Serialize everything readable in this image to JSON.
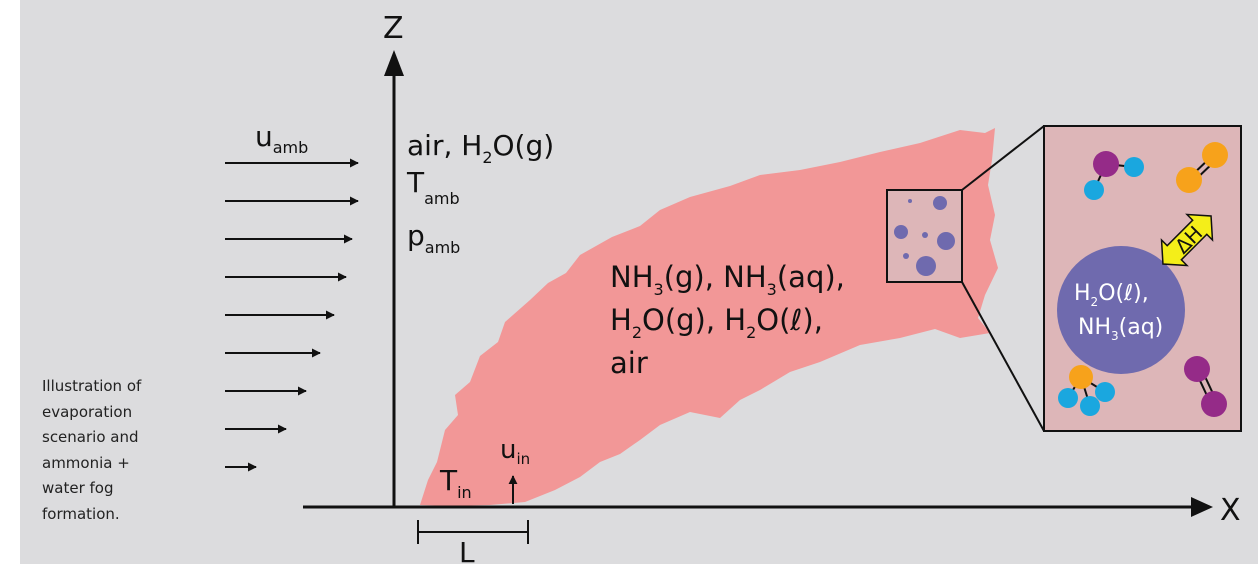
{
  "axes": {
    "x_label": "X",
    "z_label": "Z"
  },
  "ambient": {
    "u_symbol": "u",
    "u_sub": "amb",
    "line1_a": "air, H",
    "line1_sub": "2",
    "line1_b": "O(g)",
    "t_symbol": "T",
    "t_sub": "amb",
    "p_symbol": "p",
    "p_sub": "amb"
  },
  "plume": {
    "l1_a": "NH",
    "l1_s1": "3",
    "l1_b": "(g), NH",
    "l1_s2": "3",
    "l1_c": "(aq),",
    "l2_a": "H",
    "l2_s1": "2",
    "l2_b": "O(g), H",
    "l2_s2": "2",
    "l2_c": "O(ℓ),",
    "l3": "air"
  },
  "source": {
    "t_symbol": "T",
    "t_sub": "in",
    "u_symbol": "u",
    "u_sub": "in",
    "length_label": "L"
  },
  "zoom": {
    "delta_h": "ΔH",
    "droplet_l1_a": "H",
    "droplet_l1_sub": "2",
    "droplet_l1_b": "O(ℓ),",
    "droplet_l2_a": "NH",
    "droplet_l2_sub": "3",
    "droplet_l2_b": "(aq)"
  },
  "caption": [
    "Illustration of",
    "evaporation",
    "scenario and",
    "ammonia +",
    "water fog",
    "formation."
  ],
  "colors": {
    "background": "#dcdcde",
    "plume": "#f29797",
    "zoom_fill": "#ddb6b8",
    "droplet": "#6f6aae",
    "molecule_purple": "#952b88",
    "molecule_blue": "#1aa7df",
    "molecule_orange": "#f7a21b",
    "arrow_yellow": "#f4ee19"
  }
}
